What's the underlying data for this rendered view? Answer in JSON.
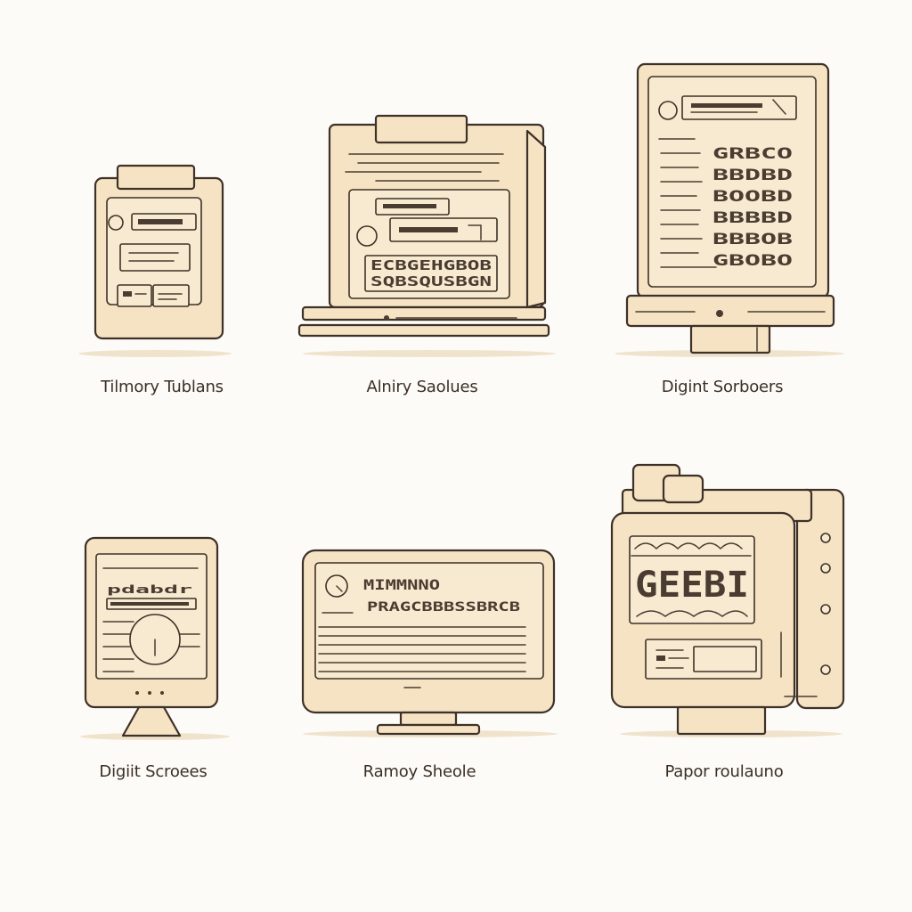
{
  "captions": [
    "Tilmory Tublans",
    "Alniry Saolues",
    "Digint Sorboers",
    "Digiit Scroees",
    "Ramoy Sheole",
    "Papor roulauno"
  ],
  "colors": {
    "background": "#fdfbf7",
    "device_fill": "#f5e3c3",
    "outline": "#3e3128",
    "shadow": "#efe3cc"
  }
}
